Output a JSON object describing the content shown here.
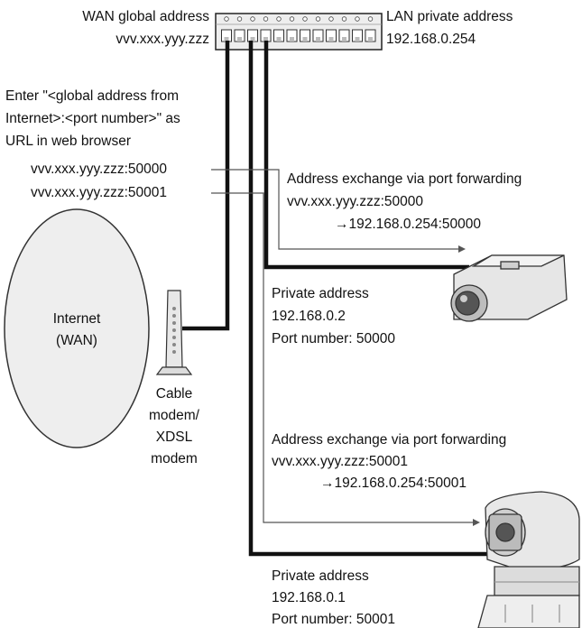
{
  "router": {
    "wan_label": "WAN global address",
    "wan_address": "vvv.xxx.yyy.zzz",
    "lan_label": "LAN private address",
    "lan_address": "192.168.0.254"
  },
  "instruction": {
    "line1": "Enter \"<global address from",
    "line2": "Internet>:<port number>\" as",
    "line3": "URL in web browser"
  },
  "urls": [
    "vvv.xxx.yyy.zzz:50000",
    "vvv.xxx.yyy.zzz:50001"
  ],
  "forwarding": [
    {
      "title": "Address exchange via port forwarding",
      "from": "vvv.xxx.yyy.zzz:50000",
      "to": "→192.168.0.254:50000"
    },
    {
      "title": "Address exchange via port forwarding",
      "from": "vvv.xxx.yyy.zzz:50001",
      "to": "→192.168.0.254:50001"
    }
  ],
  "cameras": [
    {
      "label": "Private address",
      "address": "192.168.0.2",
      "port": "Port number: 50000"
    },
    {
      "label": "Private address",
      "address": "192.168.0.1",
      "port": "Port number: 50001"
    }
  ],
  "internet": {
    "line1": "Internet",
    "line2": "(WAN)"
  },
  "modem": {
    "line1": "Cable",
    "line2": "modem/",
    "line3": "XDSL",
    "line4": "modem"
  },
  "colors": {
    "line": "#111111",
    "thin": "#555555",
    "device_fill": "#e6e6e6",
    "device_stroke": "#333333"
  }
}
